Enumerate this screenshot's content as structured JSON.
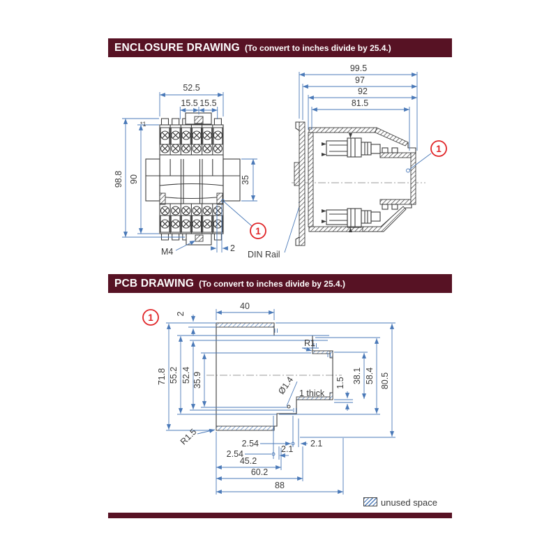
{
  "colors": {
    "header_bg": "#571224",
    "dimension_blue": "#4a79b8",
    "outline": "#3b3b3b",
    "callout_red": "#e02326",
    "text": "#3a3a3a"
  },
  "enclosure_header": {
    "title": "ENCLOSURE DRAWING",
    "subtitle": "(To convert to inches divide by 25.4.)"
  },
  "pcb_header": {
    "title": "PCB DRAWING",
    "subtitle": "(To convert to inches divide by 25.4.)"
  },
  "front_view": {
    "width_total": "52.5",
    "pitch_left": "15.5",
    "pitch_right": "15.5",
    "height_total": "98.8",
    "height_body": "90",
    "rail_height": "35",
    "screw_label": "M4",
    "edge_gap": "2",
    "footnote": "*1",
    "callout": "1",
    "din_rail_label": "DIN Rail"
  },
  "side_view": {
    "depth_total": "99.5",
    "depth_97": "97",
    "depth_92": "92",
    "depth_body": "81.5",
    "callout": "1"
  },
  "pcb_view": {
    "callout": "1",
    "strip_thickness": "2",
    "strip_width": "40",
    "height_total": "71.8",
    "height_552": "55.2",
    "height_524": "52.4",
    "height_359": "35.9",
    "radius_top": "R1",
    "radius_bottom": "R1.5",
    "hole_dia": "Ø1.4",
    "thickness_note": "1 thick",
    "right_15": "1.5",
    "right_381": "38.1",
    "right_584": "58.4",
    "right_805": "80.5",
    "pitch_a": "2.54",
    "pitch_b": "2.54",
    "offset_a": "2.1",
    "offset_b": "2.1",
    "width_452": "45.2",
    "width_602": "60.2",
    "width_total": "88"
  },
  "legend": {
    "swatch": "hatch-swatch",
    "label": "unused space"
  }
}
